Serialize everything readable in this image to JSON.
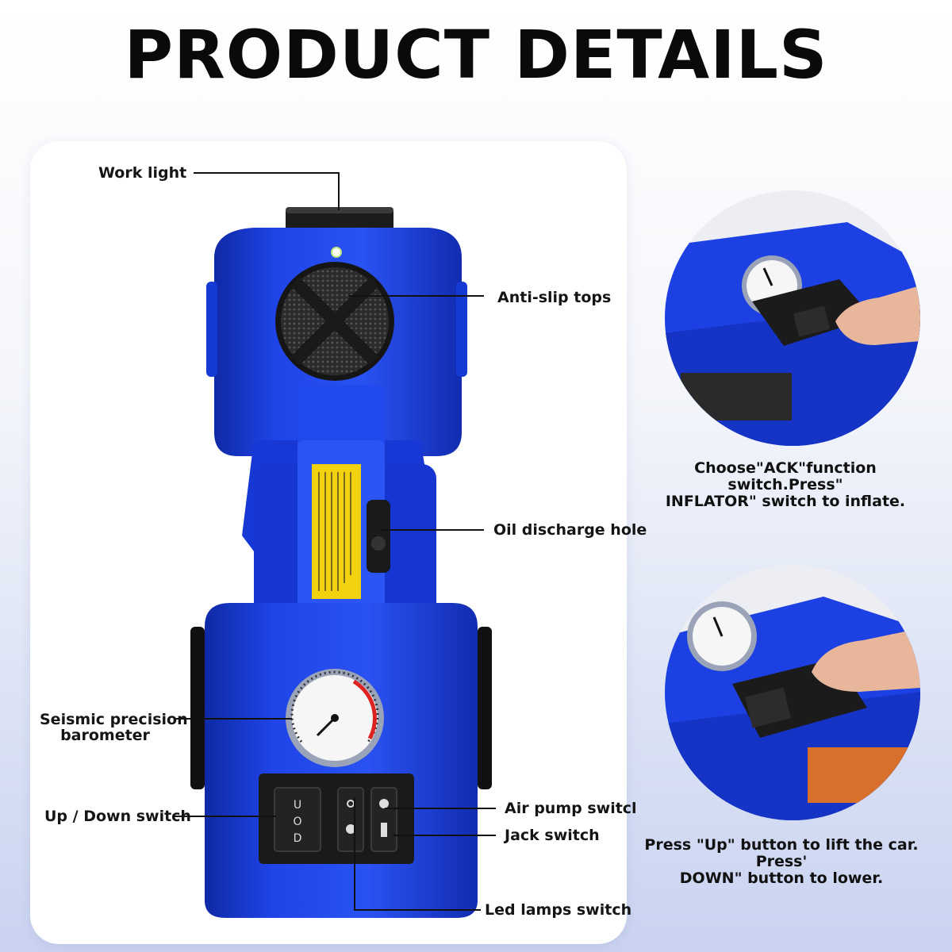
{
  "title": "PRODUCT DETAILS",
  "labels": {
    "work_light": "Work light",
    "anti_slip_tops": "Anti-slip tops",
    "oil_discharge_hole": "Oil discharge hole",
    "barometer_line1": "Seismic precision",
    "barometer_line2": "barometer",
    "up_down_switch": "Up / Down switch",
    "air_pump_switch": "Air pump switcl",
    "jack_switch": "Jack switch",
    "led_lamps_switch": "Led lamps switch"
  },
  "switch_marks": {
    "up": "U",
    "off": "O",
    "down": "D"
  },
  "detail1": {
    "caption_line1": "Choose\"ACK\"function switch.Press\"",
    "caption_line2": "INFLATOR\" switch to inflate."
  },
  "detail2": {
    "caption_line1": "Press \"Up\" button to lift the car. Press'",
    "caption_line2": "DOWN\" button to lower."
  },
  "colors": {
    "body_blue": "#1b3fe0",
    "body_dark": "#102aa8",
    "caution_yellow": "#f3d20f",
    "switch_black": "#1a1a1a"
  }
}
